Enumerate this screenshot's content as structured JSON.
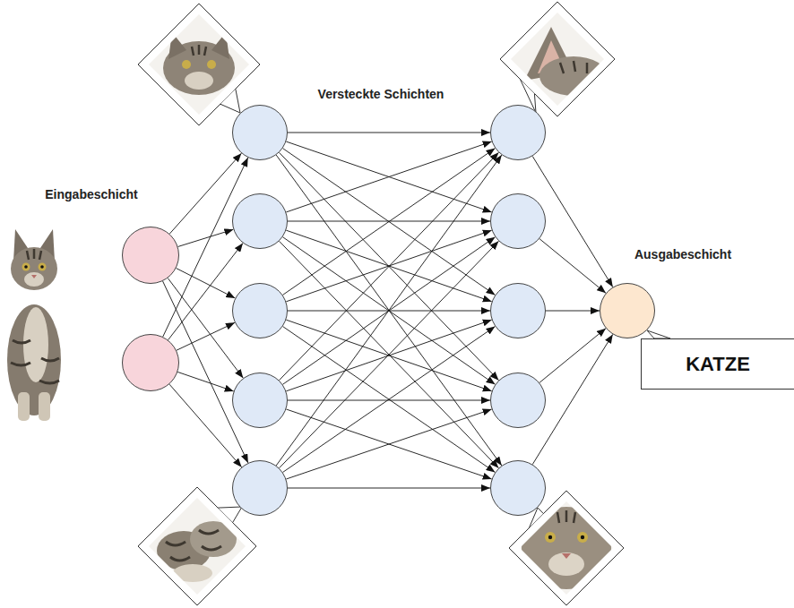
{
  "diagram": {
    "nodes": [
      {
        "text": []
      },
      {
        "text": []
      },
      {
        "text": []
      },
      {
        "text": []
      },
      {
        "text": []
      },
      {
        "text": []
      },
      {
        "text": []
      },
      {
        "text": []
      },
      {
        "text": []
      },
      {
        "text": []
      },
      {
        "text": []
      },
      {
        "text": []
      },
      {
        "text": []
      },
      {
        "text": [
          "KATZE"
        ]
      }
    ],
    "edges": [
      {
        "from": 0,
        "to": 2,
        "arrow": "to"
      },
      {
        "from": 0,
        "to": 3,
        "arrow": "to"
      },
      {
        "from": 0,
        "to": 4,
        "arrow": "to"
      },
      {
        "from": 0,
        "to": 5,
        "arrow": "to"
      },
      {
        "from": 0,
        "to": 6,
        "arrow": "to"
      },
      {
        "from": 1,
        "to": 2,
        "arrow": "to"
      },
      {
        "from": 1,
        "to": 3,
        "arrow": "to"
      },
      {
        "from": 1,
        "to": 4,
        "arrow": "to"
      },
      {
        "from": 1,
        "to": 5,
        "arrow": "to"
      },
      {
        "from": 1,
        "to": 6,
        "arrow": "to"
      },
      {
        "from": 2,
        "to": 7,
        "arrow": "to"
      },
      {
        "from": 2,
        "to": 8,
        "arrow": "to"
      },
      {
        "from": 2,
        "to": 9,
        "arrow": "to"
      },
      {
        "from": 2,
        "to": 10,
        "arrow": "to"
      },
      {
        "from": 2,
        "to": 11,
        "arrow": "to"
      },
      {
        "from": 3,
        "to": 7,
        "arrow": "to"
      },
      {
        "from": 3,
        "to": 8,
        "arrow": "to"
      },
      {
        "from": 3,
        "to": 9,
        "arrow": "to"
      },
      {
        "from": 3,
        "to": 10,
        "arrow": "to"
      },
      {
        "from": 3,
        "to": 11,
        "arrow": "to"
      },
      {
        "from": 4,
        "to": 7,
        "arrow": "to"
      },
      {
        "from": 4,
        "to": 8,
        "arrow": "to"
      },
      {
        "from": 4,
        "to": 9,
        "arrow": "to"
      },
      {
        "from": 4,
        "to": 10,
        "arrow": "to"
      },
      {
        "from": 4,
        "to": 11,
        "arrow": "to"
      },
      {
        "from": 5,
        "to": 7,
        "arrow": "to"
      },
      {
        "from": 5,
        "to": 8,
        "arrow": "to"
      },
      {
        "from": 5,
        "to": 9,
        "arrow": "to"
      },
      {
        "from": 5,
        "to": 10,
        "arrow": "to"
      },
      {
        "from": 5,
        "to": 11,
        "arrow": "to"
      },
      {
        "from": 6,
        "to": 7,
        "arrow": "to"
      },
      {
        "from": 6,
        "to": 8,
        "arrow": "to"
      },
      {
        "from": 6,
        "to": 9,
        "arrow": "to"
      },
      {
        "from": 6,
        "to": 10,
        "arrow": "to"
      },
      {
        "from": 6,
        "to": 11,
        "arrow": "to"
      },
      {
        "from": 7,
        "to": 12,
        "arrow": "to"
      },
      {
        "from": 8,
        "to": 12,
        "arrow": "to"
      },
      {
        "from": 9,
        "to": 12,
        "arrow": "to"
      },
      {
        "from": 10,
        "to": 12,
        "arrow": "to"
      },
      {
        "from": 11,
        "to": 12,
        "arrow": "to"
      }
    ],
    "labels": [
      "Eingabeschicht",
      "Versteckte Schichten",
      "Ausgabeschicht"
    ]
  }
}
